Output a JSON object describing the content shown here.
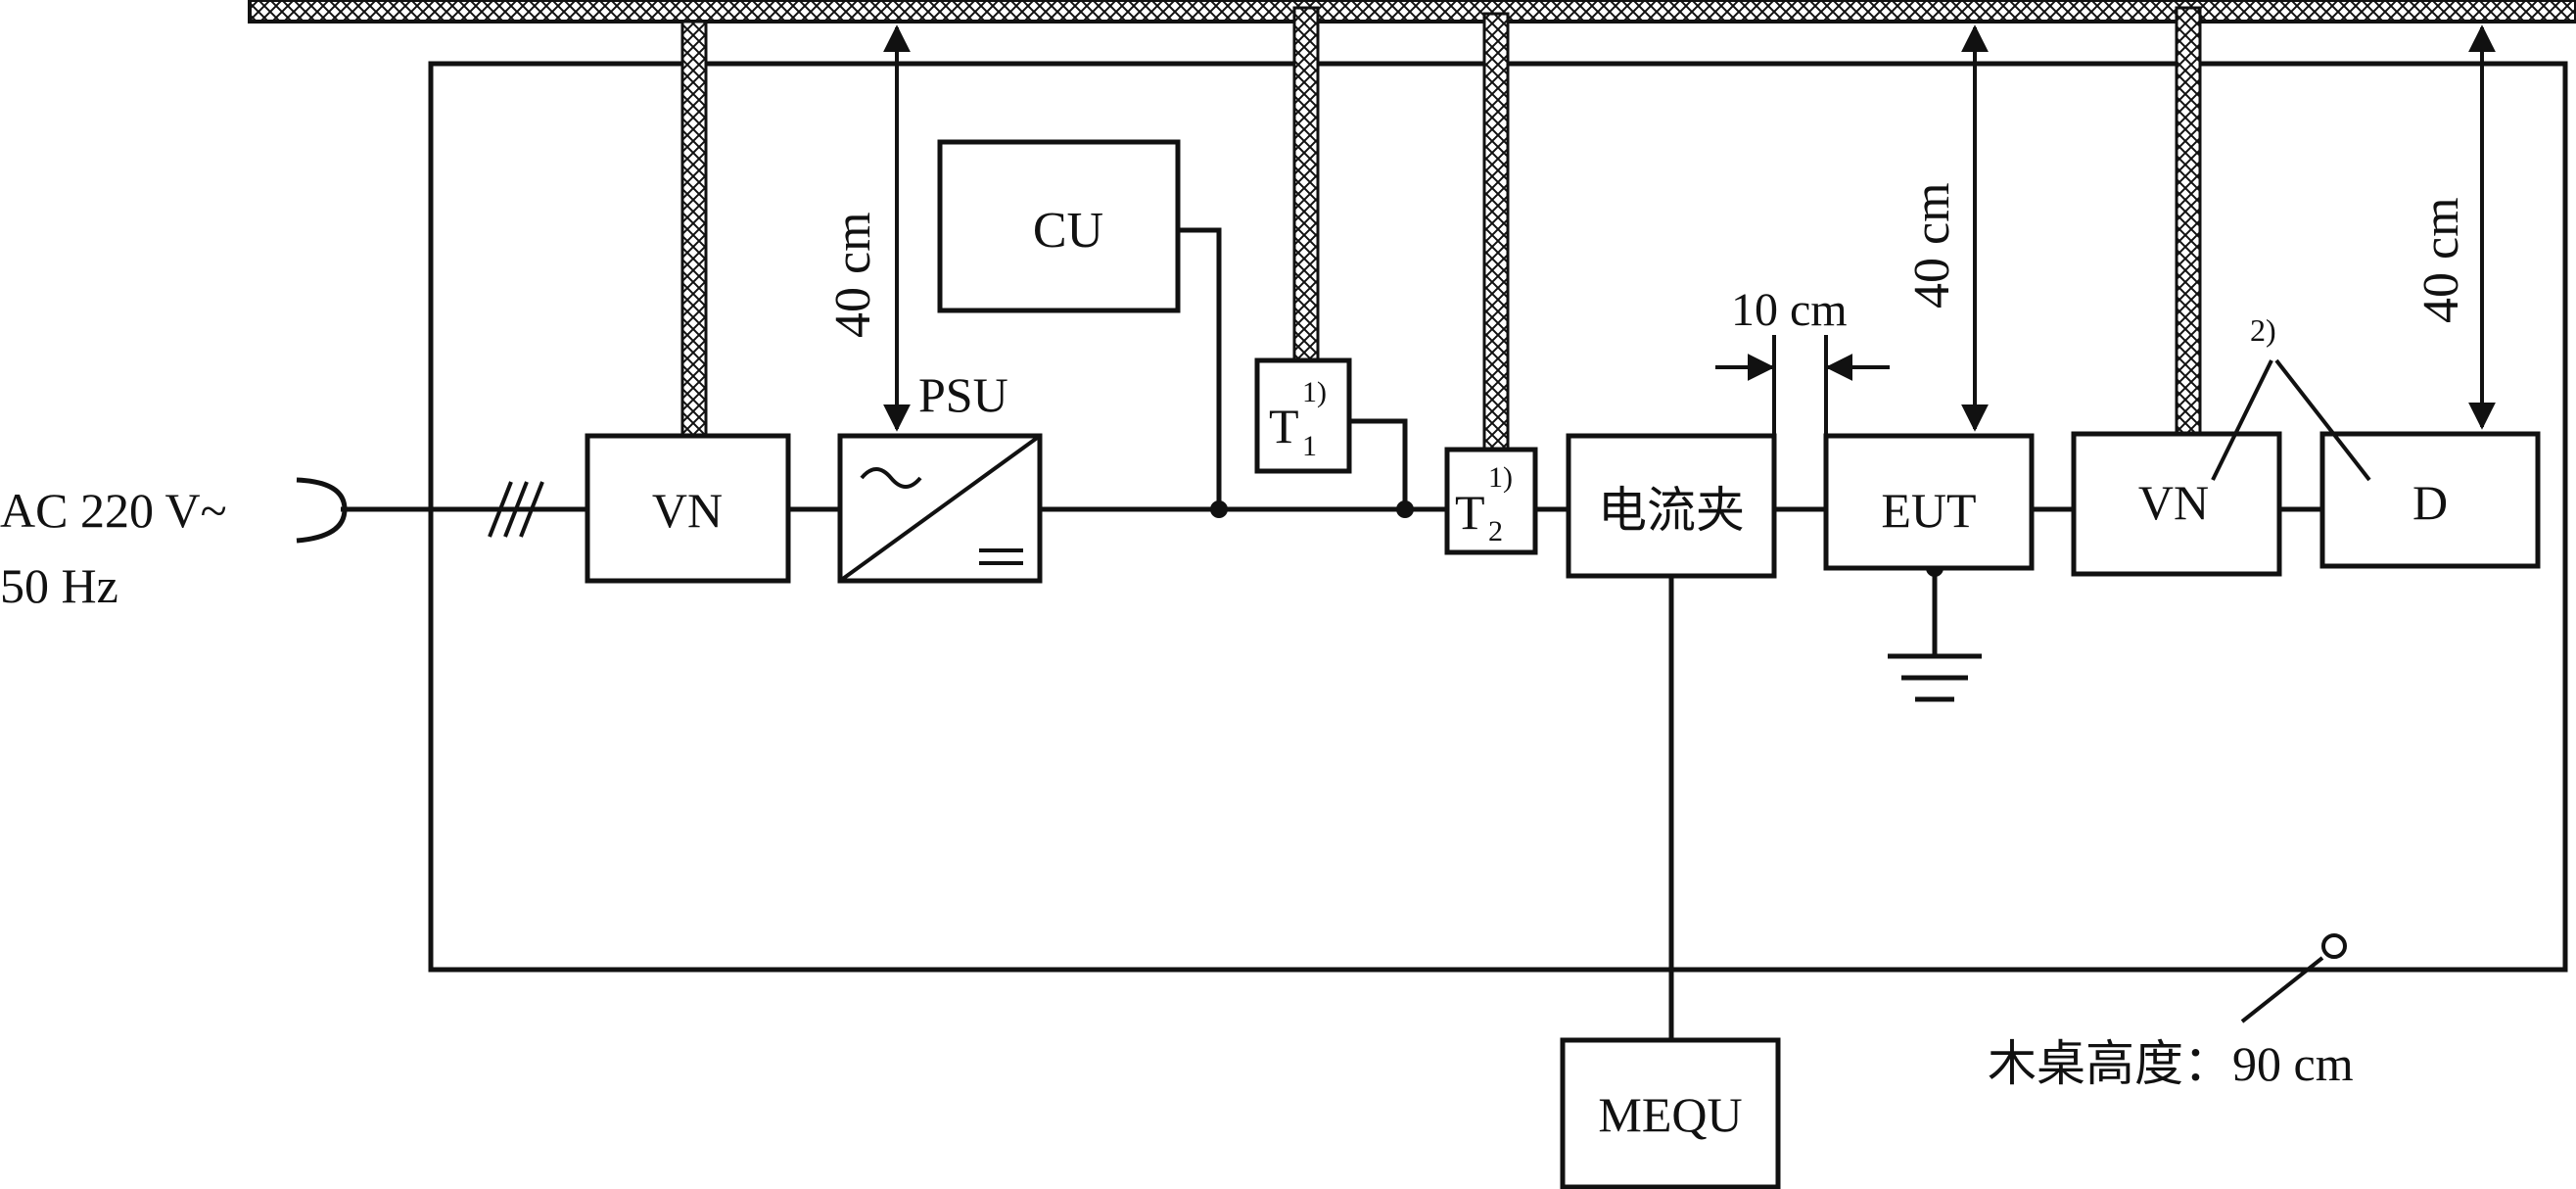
{
  "supply": {
    "line1": "AC 220 V~",
    "line2": "50 Hz"
  },
  "blocks": {
    "vn_left": "VN",
    "psu_label": "PSU",
    "cu": "CU",
    "t1_base": "T",
    "t1_sub": "1",
    "t1_sup": "1)",
    "t2_base": "T",
    "t2_sub": "2",
    "t2_sup": "1)",
    "clamp": "电流夹",
    "eut": "EUT",
    "vn_right": "VN",
    "d": "D",
    "mequ": "MEQU"
  },
  "dimensions": {
    "psu_height": "40 cm",
    "eut_height": "40 cm",
    "d_height": "40 cm",
    "clamp_gap": "10 cm"
  },
  "notes": {
    "note2": "2)",
    "table_height": "木桌高度：90 cm"
  }
}
